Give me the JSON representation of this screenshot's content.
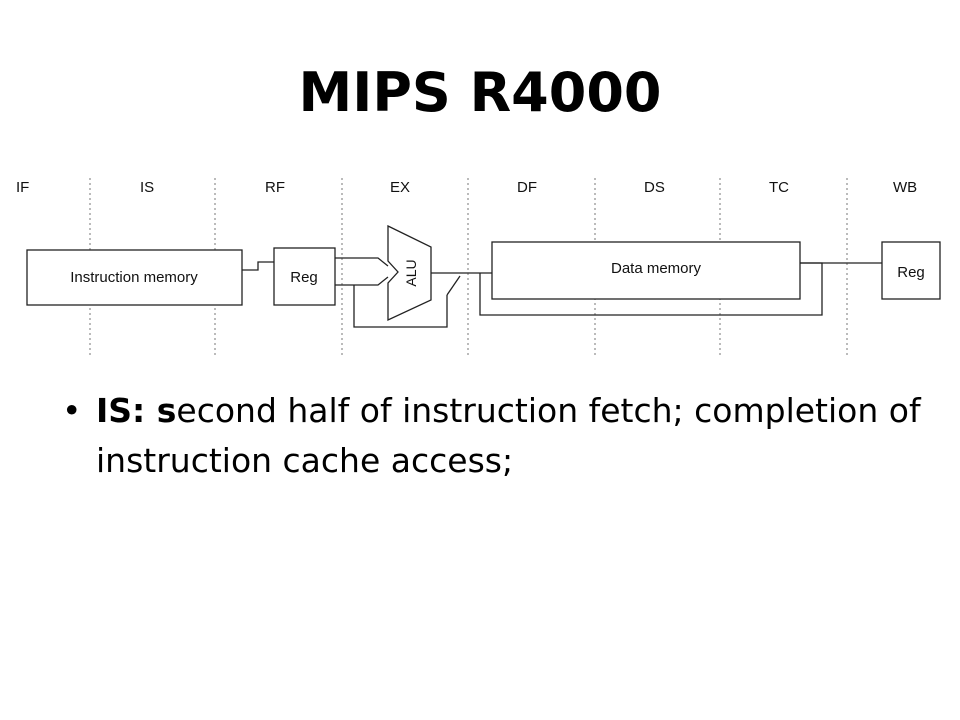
{
  "title": "MIPS R4000",
  "pipeline": {
    "stages": [
      "IF",
      "IS",
      "RF",
      "EX",
      "DF",
      "DS",
      "TC",
      "WB"
    ],
    "blocks": {
      "instruction_memory": "Instruction memory",
      "reg_read": "Reg",
      "alu": "ALU",
      "data_memory": "Data memory",
      "reg_write": "Reg"
    }
  },
  "bullets": [
    {
      "marker": "•",
      "label": "IS:",
      "lead_bold": "s",
      "rest": "econd half of instruction fetch; completion of instruction cache access;"
    }
  ]
}
